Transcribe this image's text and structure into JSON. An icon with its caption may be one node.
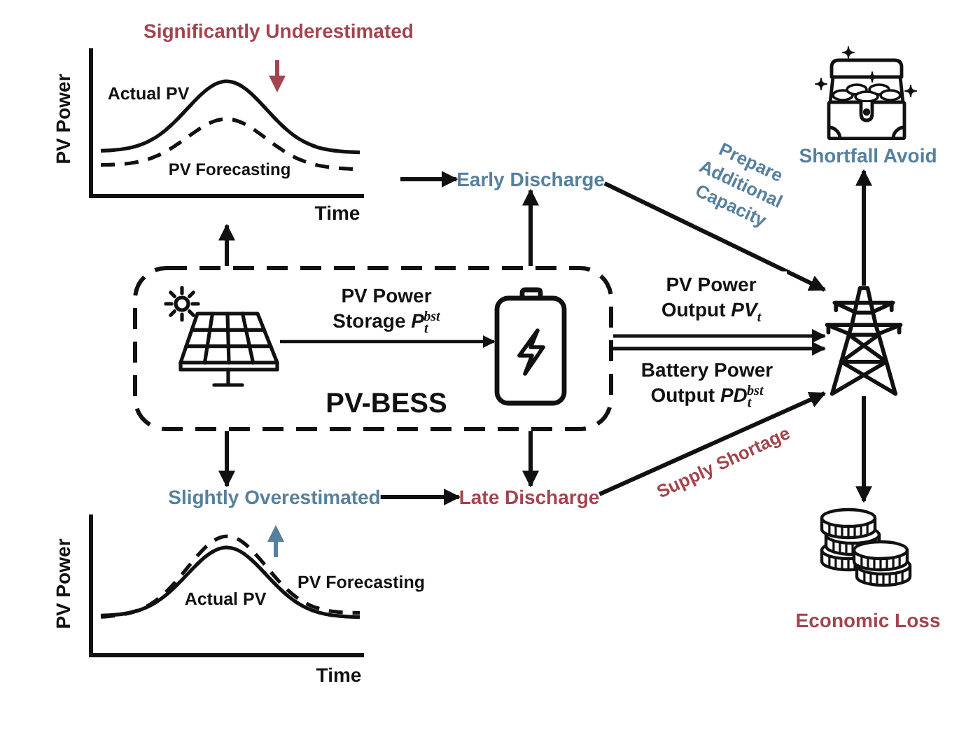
{
  "diagram": {
    "nodes": [
      {
        "text": [
          "Actual PV",
          "PV Forecasting",
          "PV Power",
          "Time"
        ],
        "beside": [
          "Significantly Underestimated"
        ]
      },
      {
        "text": [
          "Early Discharge"
        ]
      },
      {
        "text": [
          "Shortfall Avoid"
        ]
      },
      {
        "text": [
          "PV-BESS"
        ]
      },
      {
        "text": [],
        "shape": "picture",
        "in": 3
      },
      {
        "text": [],
        "shape": "picture",
        "in": 3
      },
      {
        "text": [],
        "shape": "picture"
      },
      {
        "text": [
          "Slightly Overestimated"
        ]
      },
      {
        "text": [
          "PV Forecasting",
          "Actual PV",
          "PV Power",
          "Time"
        ]
      },
      {
        "text": [
          "Late Discharge"
        ]
      },
      {
        "text": [
          "Economic Loss"
        ]
      }
    ],
    "edges": [
      {
        "from": 3,
        "to": 0,
        "arrow": "to"
      },
      {
        "from": 3,
        "to": 1,
        "arrow": "to"
      },
      {
        "from": 0,
        "to": 1,
        "arrow": "to"
      },
      {
        "from": 1,
        "to": 6,
        "arrow": "to",
        "label": "Prepare Additional Capacity"
      },
      {
        "from": 6,
        "to": 2,
        "arrow": "to"
      },
      {
        "from": 4,
        "to": 5,
        "arrow": "to",
        "label": "PV Power Storage *P*$_{t}$$^{bst}$"
      },
      {
        "from": 3,
        "to": 6,
        "arrow": "to",
        "label": "PV Power Output *PV*$_{t}$"
      },
      {
        "from": 3,
        "to": 6,
        "arrow": "to",
        "label": "Battery Power Output *PD*$_{t}$$^{bst}$"
      },
      {
        "from": 3,
        "to": 7,
        "arrow": "to"
      },
      {
        "from": 3,
        "to": 9,
        "arrow": "to"
      },
      {
        "from": 7,
        "to": 9,
        "arrow": "to"
      },
      {
        "from": 9,
        "to": 6,
        "arrow": "to",
        "label": "Supply Shortage"
      },
      {
        "from": 6,
        "to": 10,
        "arrow": "to"
      }
    ]
  }
}
